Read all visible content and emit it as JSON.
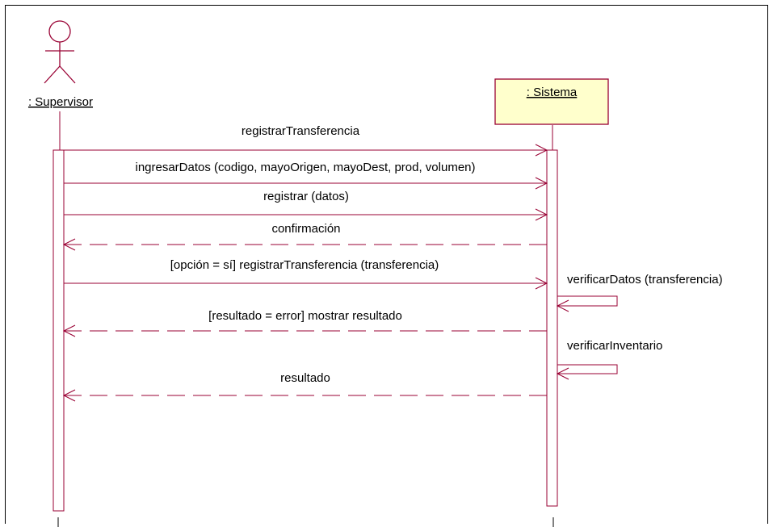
{
  "actor": {
    "name": ": Supervisor"
  },
  "object": {
    "name": ": Sistema"
  },
  "messages": [
    {
      "id": "m1",
      "label": "registrarTransferencia",
      "kind": "call"
    },
    {
      "id": "m2",
      "label": "ingresarDatos (codigo, mayoOrigen, mayoDest, prod, volumen)",
      "kind": "call"
    },
    {
      "id": "m3",
      "label": "registrar (datos)",
      "kind": "call"
    },
    {
      "id": "m4",
      "label": "confirmación",
      "kind": "return"
    },
    {
      "id": "m5",
      "label": "[opción = sí] registrarTransferencia (transferencia)",
      "kind": "call"
    },
    {
      "id": "m6",
      "label": "verificarDatos (transferencia)",
      "kind": "self"
    },
    {
      "id": "m7",
      "label": "[resultado = error] mostrar resultado",
      "kind": "return"
    },
    {
      "id": "m8",
      "label": "verificarInventario",
      "kind": "self"
    },
    {
      "id": "m9",
      "label": "resultado",
      "kind": "return"
    }
  ],
  "colors": {
    "line": "#990033",
    "object_fill": "#ffffcc",
    "text": "#000000"
  }
}
